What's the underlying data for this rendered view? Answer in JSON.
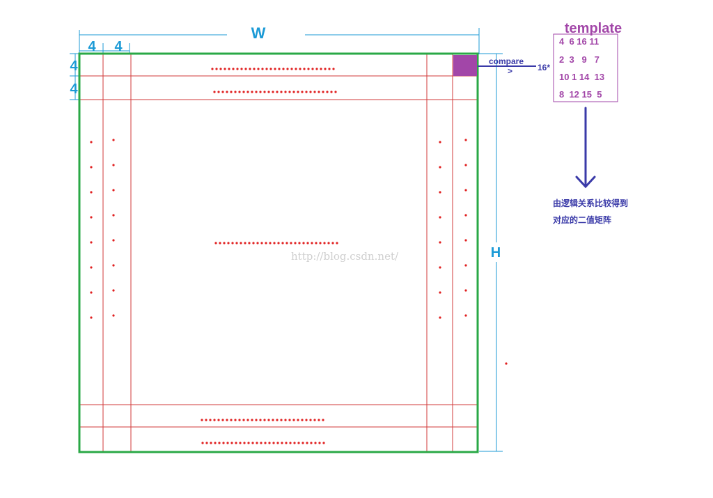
{
  "dimensions": {
    "width_label": "W",
    "height_label": "H",
    "block_col_1": "4",
    "block_col_2": "4",
    "block_row_1": "4",
    "block_row_2": "4"
  },
  "compare": {
    "label": "compare",
    "operator": ">",
    "factor": "16*"
  },
  "template": {
    "title": "template",
    "rows": [
      "4  6 16 11",
      "2  3   9   7",
      "10 1 14  13",
      "8  12 15  5"
    ]
  },
  "note": {
    "line1": "由逻辑关系比较得到",
    "line2": "对应的二值矩阵"
  },
  "watermark": "http://blog.csdn.net/",
  "colors": {
    "outer_border": "#2aa846",
    "grid_lines": "#d23a3a",
    "dots": "#e02020",
    "dimension": "#1b9ad6",
    "template": "#a246a8",
    "highlight_cell": "#a246a8",
    "arrow": "#3a3aa8"
  }
}
